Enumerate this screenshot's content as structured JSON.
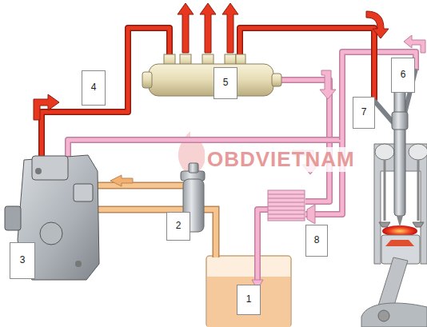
{
  "diagram": {
    "nodes": [
      {
        "text": [
          "1"
        ]
      },
      {
        "text": [
          "2"
        ]
      },
      {
        "text": [
          "3"
        ]
      },
      {
        "text": [
          "4"
        ]
      },
      {
        "text": [
          "5"
        ]
      },
      {
        "text": [
          "6"
        ]
      },
      {
        "text": [
          "7"
        ]
      },
      {
        "text": [
          "8"
        ]
      }
    ],
    "labels": [
      "OBDVIETNAM"
    ]
  }
}
